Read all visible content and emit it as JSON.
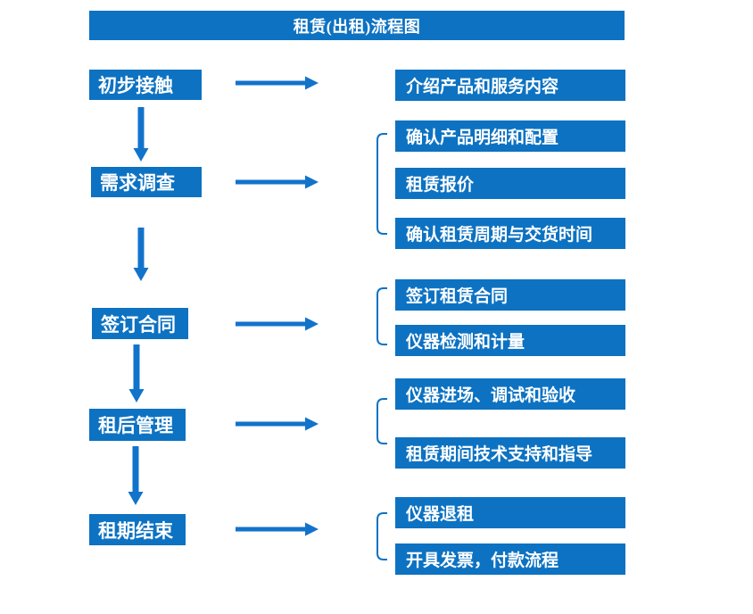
{
  "title": "租赁(出租)流程图",
  "colors": {
    "primary": "#0d72c2",
    "arrow": "#1273cb",
    "box_text": "#ffffff",
    "background": "#ffffff"
  },
  "steps": [
    {
      "label": "初步接触"
    },
    {
      "label": "需求调查"
    },
    {
      "label": "签订合同"
    },
    {
      "label": "租后管理"
    },
    {
      "label": "租期结束"
    }
  ],
  "details": [
    {
      "items": [
        "介绍产品和服务内容"
      ]
    },
    {
      "items": [
        "确认产品明细和配置",
        "租赁报价",
        "确认租赁周期与交货时间"
      ]
    },
    {
      "items": [
        "签订租赁合同",
        "仪器检测和计量"
      ]
    },
    {
      "items": [
        "仪器进场、调试和验收",
        "租赁期间技术支持和指导"
      ]
    },
    {
      "items": [
        "仪器退租",
        "开具发票，付款流程"
      ]
    }
  ]
}
